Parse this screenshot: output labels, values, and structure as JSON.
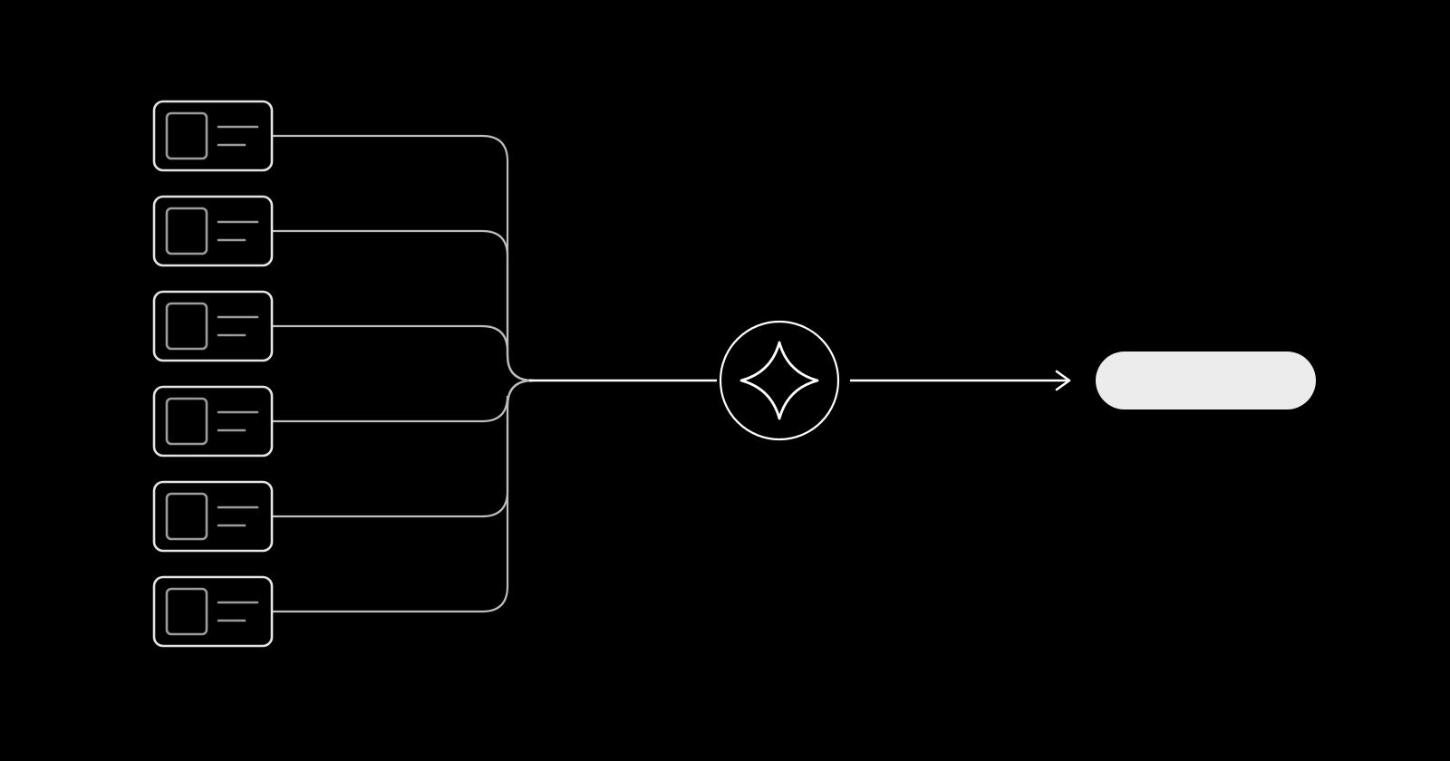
{
  "diagram": {
    "type": "flow",
    "source_count": 6,
    "sources": [
      {
        "icon": "document-card-icon"
      },
      {
        "icon": "document-card-icon"
      },
      {
        "icon": "document-card-icon"
      },
      {
        "icon": "document-card-icon"
      },
      {
        "icon": "document-card-icon"
      },
      {
        "icon": "document-card-icon"
      }
    ],
    "hub": {
      "icon": "sparkle-icon"
    },
    "output": {
      "icon": "output-pill",
      "label": ""
    },
    "colors": {
      "background": "#000000",
      "card_stroke": "#e4e4e4",
      "card_inner_stroke": "#9c9c9c",
      "connector": "#bdbdbd",
      "hub_stroke": "#ffffff",
      "arrow": "#ffffff",
      "output_fill": "#ececed"
    }
  }
}
